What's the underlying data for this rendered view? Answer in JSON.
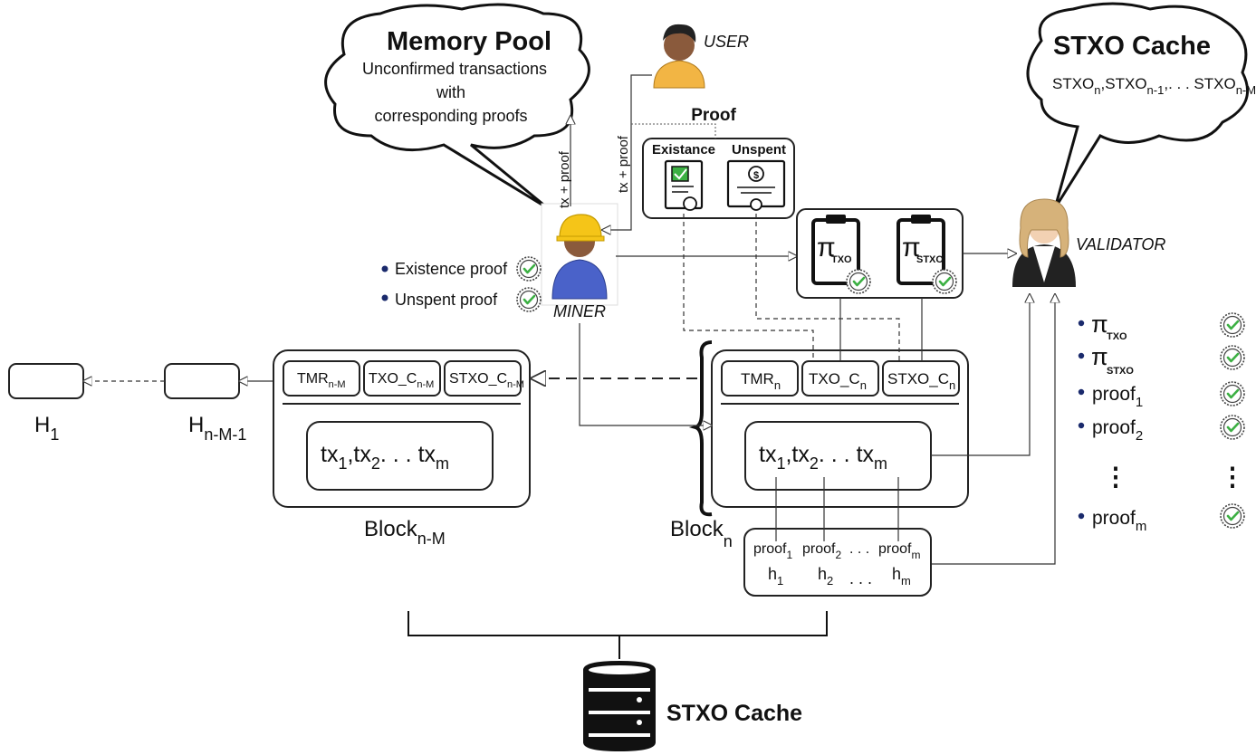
{
  "memory_pool": {
    "title": "Memory Pool",
    "line1": "Unconfirmed transactions",
    "line2": "with",
    "line3": "corresponding proofs"
  },
  "stxo_cache_cloud": {
    "title": "STXO Cache",
    "s1": "STXO",
    "s1_sub": "n",
    "s2": ",STXO",
    "s2_sub": "n-1",
    "s3": ",. . . STXO",
    "s3_sub": "n-M"
  },
  "actors": {
    "user": "USER",
    "miner": "MINER",
    "validator": "VALIDATOR"
  },
  "edge_labels": {
    "miner_to_pool": "tx + proof",
    "user_to_miner": "tx + proof"
  },
  "proof_box": {
    "title": "Proof",
    "existance": "Existance",
    "unspent": "Unspent"
  },
  "miner_checks": {
    "existence": "Existence proof",
    "unspent": "Unspent proof"
  },
  "pi_box": {
    "pi1_sub": "TXO",
    "pi2_sub": "STXO"
  },
  "pi_symbol": "π",
  "validator_list": {
    "pi_txo": "TXO",
    "pi_stxo": "STXO",
    "proof1": "proof",
    "proof1_sub": "1",
    "proof2": "proof",
    "proof2_sub": "2",
    "proofm": "proof",
    "proofm_sub": "m",
    "dots": "⋮"
  },
  "chain": {
    "h1": "H",
    "h1_sub": "1",
    "hn": "H",
    "hn_sub": "n-M-1"
  },
  "block_old": {
    "tmr": "TMR",
    "tmr_sub": "n-M",
    "txo": "TXO_C",
    "txo_sub": "n-M",
    "stxo": "STXO_C",
    "stxo_sub": "n-M",
    "tx1": "tx",
    "tx1_sub": "1",
    "tx2": ",tx",
    "tx2_sub": "2",
    "txm": ". . . tx",
    "txm_sub": "m",
    "label": "Block",
    "label_sub": "n-M"
  },
  "block_new": {
    "tmr": "TMR",
    "tmr_sub": "n",
    "txo": "TXO_C",
    "txo_sub": "n",
    "stxo": "STXO_C",
    "stxo_sub": "n",
    "tx1": "tx",
    "tx1_sub": "1",
    "tx2": ",tx",
    "tx2_sub": "2",
    "txm": ". . . tx",
    "txm_sub": "m",
    "label": "Block",
    "label_sub": "n"
  },
  "proof_hash_box": {
    "p1": "proof",
    "p1_sub": "1",
    "p2": "proof",
    "p2_sub": "2",
    "pdots": ". . .",
    "pm": "proof",
    "pm_sub": "m",
    "h1": "h",
    "h1_sub": "1",
    "h2": "h",
    "h2_sub": "2",
    "hdots": ". . .",
    "hm": "h",
    "hm_sub": "m"
  },
  "db_label": "STXO Cache",
  "colors": {
    "check_green": "#3cb043",
    "skin": "#8a5a3c",
    "user_shirt": "#f2b544",
    "miner_helmet": "#f5c518",
    "miner_shirt": "#4a62c9"
  }
}
